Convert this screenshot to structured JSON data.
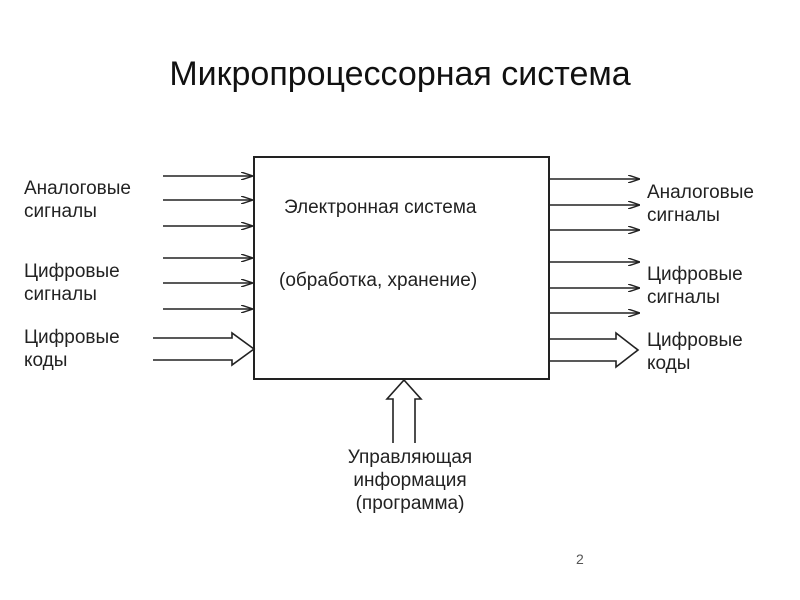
{
  "title": "Микропроцессорная система",
  "system_box": {
    "line1": "Электронная система",
    "line2": "(обработка, хранение)"
  },
  "inputs": {
    "analog": {
      "line1": "Аналоговые",
      "line2": "сигналы"
    },
    "digital": {
      "line1": "Цифровые",
      "line2": "сигналы"
    },
    "codes": {
      "line1": "Цифровые",
      "line2": "коды"
    }
  },
  "outputs": {
    "analog": {
      "line1": "Аналоговые",
      "line2": "сигналы"
    },
    "digital": {
      "line1": "Цифровые",
      "line2": "сигналы"
    },
    "codes": {
      "line1": "Цифровые",
      "line2": "коды"
    }
  },
  "control": {
    "line1": "Управляющая",
    "line2": "информация",
    "line3": "(программа)"
  },
  "page_number": "2"
}
